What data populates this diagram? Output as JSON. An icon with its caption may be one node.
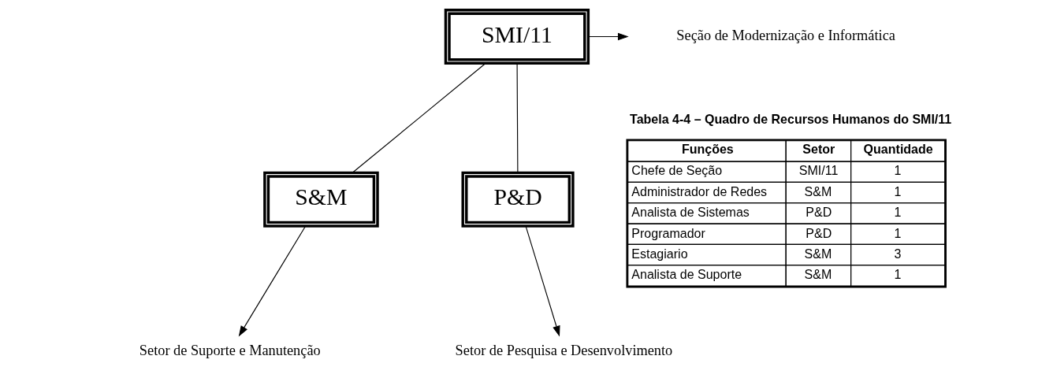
{
  "diagram": {
    "nodes": [
      {
        "text": [
          "SMI/11"
        ]
      },
      {
        "text": [
          "S&M"
        ]
      },
      {
        "text": [
          "P&D"
        ]
      },
      {
        "text": [
          "Seção de Modernização e Informática"
        ]
      },
      {
        "text": [
          "Setor de Suporte e Manutenção"
        ]
      },
      {
        "text": [
          "Setor de Pesquisa e Desenvolvimento"
        ]
      }
    ],
    "edges": [
      {
        "from": 0,
        "to": 3,
        "arrow": "to"
      },
      {
        "from": 0,
        "to": 1,
        "arrow": "none"
      },
      {
        "from": 0,
        "to": 2,
        "arrow": "none"
      },
      {
        "from": 1,
        "to": 4,
        "arrow": "to"
      },
      {
        "from": 2,
        "to": 5,
        "arrow": "to"
      }
    ],
    "labels": [
      "Tabela 4-4 – Quadro de Recursos Humanos do SMI/11",
      "Funções",
      "Setor",
      "Quantidade",
      "Chefe de Seção",
      "SMI/11",
      "1",
      "Administrador de Redes",
      "S&M",
      "1",
      "Analista de Sistemas",
      "P&D",
      "1",
      "Programador",
      "P&D",
      "1",
      "Estagiario",
      "S&M",
      "3",
      "Analista de Suporte",
      "S&M",
      "1"
    ]
  }
}
